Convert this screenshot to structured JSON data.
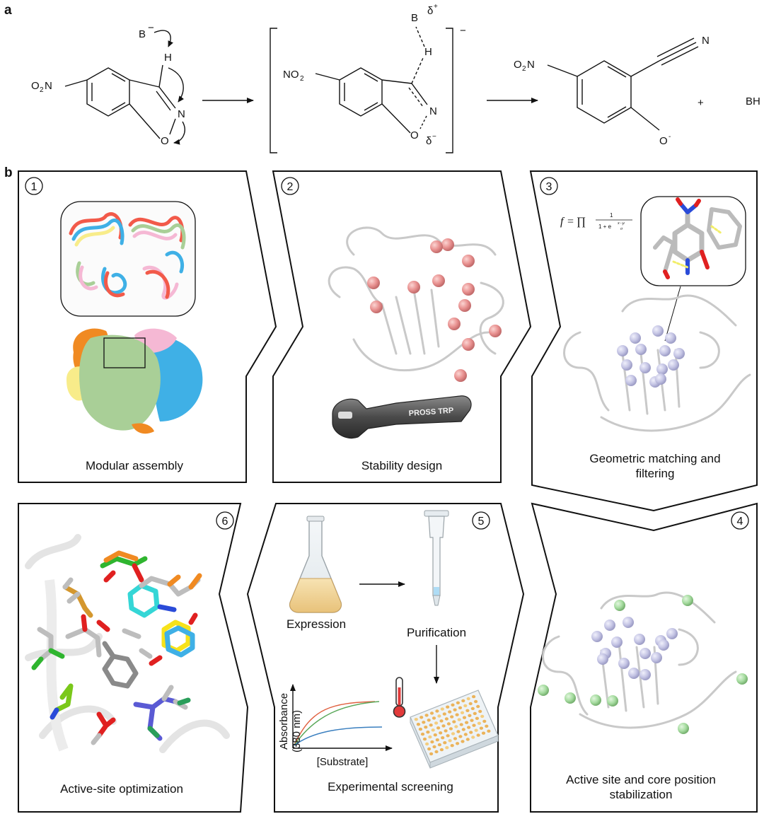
{
  "panel_labels": {
    "a": "a",
    "b": "b"
  },
  "reaction": {
    "base": "B",
    "base_charge": "−",
    "hydrogen": "H",
    "nitrogen": "N",
    "oxygen": "O",
    "nitro_O": "O",
    "nitro_2": "2",
    "nitro_N": "N",
    "ts_nitro_NO": "NO",
    "ts_nitro_2": "2",
    "ts_base": "B",
    "delta_plus": "δ",
    "delta_plus_sup": "+",
    "delta_minus": "δ",
    "delta_minus_sup": "−",
    "bracket_charge": "−",
    "product_nitrile_N": "N",
    "product_O": "O",
    "product_O_charge": "-",
    "plus": "+",
    "byproduct": "BH"
  },
  "steps": [
    {
      "number": "1",
      "caption": "Modular assembly"
    },
    {
      "number": "2",
      "caption": "Stability design",
      "tool_text": "PROSS TRP"
    },
    {
      "number": "3",
      "caption_line1": "Geometric matching and",
      "caption_line2": "filtering",
      "formula_f": "f",
      "formula_eq": "= ∏",
      "formula_num": "1",
      "formula_den": "1 + e",
      "formula_exp": "x−μ",
      "formula_exp_den": "σ"
    },
    {
      "number": "4",
      "caption_line1": "Active site and core position",
      "caption_line2": "stabilization"
    },
    {
      "number": "5",
      "caption": "Experimental screening",
      "expression": "Expression",
      "purification": "Purification",
      "ylabel_line1": "Absorbance",
      "ylabel_line2": "(380 nm)",
      "xlabel": "[Substrate]"
    },
    {
      "number": "6",
      "caption": "Active-site optimization"
    }
  ],
  "colors": {
    "sphere_pink": "#e8908f",
    "sphere_lavender": "#c4c4e4",
    "sphere_green": "#a6dca0",
    "surface_orange": "#f08a22",
    "surface_blue": "#3fb0e6",
    "surface_green": "#a9cf97",
    "surface_pink": "#f5b8d4",
    "surface_yellow": "#f8ec8a",
    "curve_red": "#e06040",
    "curve_green": "#5aa85a",
    "curve_blue": "#3a7fbf"
  }
}
